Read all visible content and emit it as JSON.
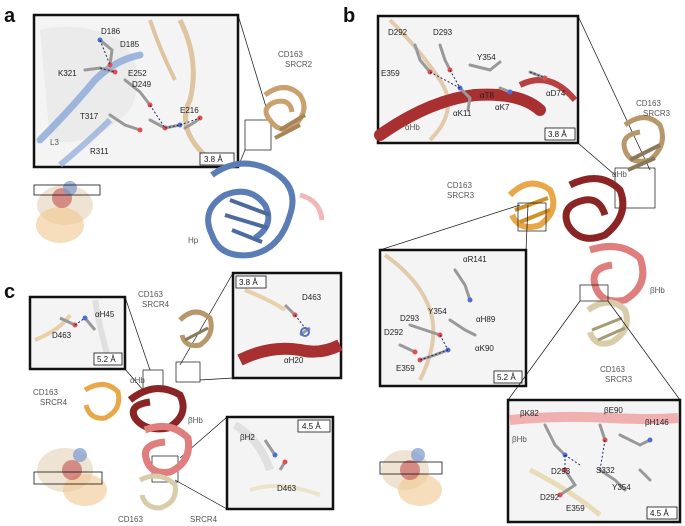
{
  "panels": {
    "a": {
      "letter": "a",
      "inset_labels": [
        "D186",
        "D185",
        "K321",
        "E252",
        "D249",
        "E216",
        "T317",
        "R311",
        "L3"
      ],
      "scale": "3.8 Å",
      "protein_labels": [
        "CD163",
        "SRCR2",
        "Hp"
      ]
    },
    "b": {
      "letter": "b",
      "top_inset_labels": [
        "D292",
        "D293",
        "Y354",
        "E359",
        "αT8",
        "αK7",
        "αD74",
        "αK11",
        "αHb"
      ],
      "top_scale": "3.8 Å",
      "left_inset_labels": [
        "αR141",
        "D293",
        "Y354",
        "αH89",
        "D292",
        "αK90",
        "E359"
      ],
      "left_scale": "5.2 Å",
      "bottom_inset_labels": [
        "βK82",
        "βE90",
        "βH146",
        "βHb",
        "D293",
        "S332",
        "Y354",
        "D292",
        "E359"
      ],
      "bottom_scale": "4.5 Å",
      "protein_labels": [
        "CD163",
        "SRCR3",
        "CD163",
        "SRCR3",
        "αHb",
        "βHb",
        "CD163",
        "SRCR3"
      ]
    },
    "c": {
      "letter": "c",
      "tl_inset_labels": [
        "αH45",
        "D463"
      ],
      "tl_scale": "5.2 Å",
      "tr_inset_labels": [
        "D463",
        "αH20"
      ],
      "tr_scale": "3.8 Å",
      "br_inset_labels": [
        "βH2",
        "D463"
      ],
      "br_scale": "4.5 Å",
      "protein_labels": [
        "CD163",
        "SRCR4",
        "αHb",
        "CD163",
        "SRCR4",
        "βHb",
        "CD163",
        "SRCR4"
      ]
    }
  },
  "colors": {
    "hp": "#5b7db5",
    "ahb": "#8b2525",
    "bhb": "#e07e7e",
    "srcr_tan": "#c9a06e",
    "srcr_orange": "#e8a84a",
    "srcr_beige": "#d8ccaa",
    "srcr_brown": "#8a7a5a"
  }
}
